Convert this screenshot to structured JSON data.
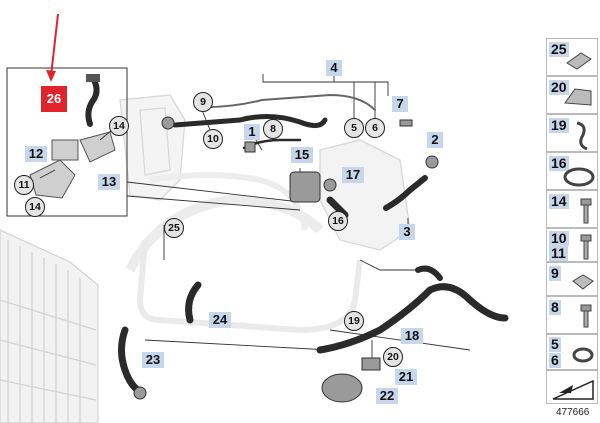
{
  "diagram": {
    "highlight_label": "26",
    "square_labels": [
      "4",
      "7",
      "1",
      "2",
      "15",
      "17",
      "3",
      "12",
      "13",
      "24",
      "18",
      "21",
      "22",
      "23"
    ],
    "circle_labels": [
      "9",
      "10",
      "8",
      "5",
      "6",
      "14",
      "11",
      "14",
      "25",
      "16",
      "19",
      "20"
    ],
    "legend": [
      "25",
      "20",
      "19",
      "16",
      "14",
      "10",
      "11",
      "9",
      "8",
      "5",
      "6"
    ],
    "ref_number": "477666",
    "colors": {
      "label_bg": "#c8d6ec",
      "highlight": "#e0242c",
      "hose": "#2a2a2a"
    }
  }
}
